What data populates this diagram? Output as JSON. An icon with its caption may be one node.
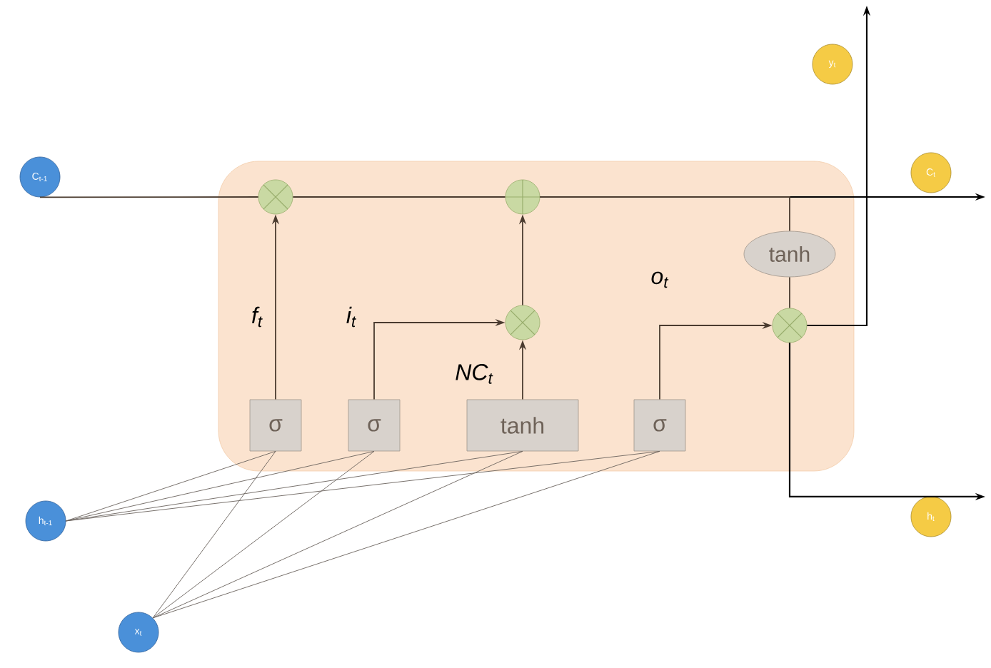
{
  "diagram": {
    "nodes": [
      {
        "text": [],
        "shape": "box"
      },
      {
        "text": [
          "C$_{t-1}$"
        ]
      },
      {
        "text": [
          "h$_{t-1}$"
        ]
      },
      {
        "text": [
          "x$_{t}$"
        ]
      },
      {
        "text": [
          "σ"
        ],
        "in": 0
      },
      {
        "text": [
          "σ"
        ],
        "in": 0
      },
      {
        "text": [
          "tanh"
        ],
        "in": 0
      },
      {
        "text": [
          "σ"
        ],
        "in": 0
      },
      {
        "text": [],
        "shape": "circle",
        "in": 0
      },
      {
        "text": [],
        "shape": "circle",
        "in": 0
      },
      {
        "text": [],
        "shape": "circle",
        "in": 0
      },
      {
        "text": [
          "tanh"
        ],
        "in": 0
      },
      {
        "text": [],
        "shape": "circle",
        "in": 0
      },
      {
        "text": [
          "y$_{t}$"
        ]
      },
      {
        "text": [
          "C$_{t}$"
        ]
      },
      {
        "text": [
          "h$_{t}$"
        ]
      }
    ],
    "edges": [
      {
        "from": 1,
        "to": 8,
        "arrow": "none"
      },
      {
        "from": 8,
        "to": 9,
        "arrow": "none"
      },
      {
        "from": 9,
        "to": null,
        "arrow": "to"
      },
      {
        "from": 4,
        "to": 8,
        "arrow": "to",
        "label": "f$_{t}$"
      },
      {
        "from": 5,
        "to": 10,
        "arrow": "to",
        "label": "i$_{t}$"
      },
      {
        "from": 6,
        "to": 10,
        "arrow": "to",
        "label": "NC$_{t}$"
      },
      {
        "from": 10,
        "to": 9,
        "arrow": "to"
      },
      {
        "from": 7,
        "to": 12,
        "arrow": "to",
        "label": "o$_{t}$"
      },
      {
        "from": 9,
        "to": 11,
        "arrow": "none"
      },
      {
        "from": 11,
        "to": 12,
        "arrow": "none"
      },
      {
        "from": 12,
        "to": null,
        "arrow": "to"
      },
      {
        "from": 12,
        "to": null,
        "arrow": "to"
      },
      {
        "from": 2,
        "to": 4,
        "arrow": "none"
      },
      {
        "from": 2,
        "to": 5,
        "arrow": "none"
      },
      {
        "from": 2,
        "to": 6,
        "arrow": "none"
      },
      {
        "from": 2,
        "to": 7,
        "arrow": "none"
      },
      {
        "from": 3,
        "to": 4,
        "arrow": "none"
      },
      {
        "from": 3,
        "to": 5,
        "arrow": "none"
      },
      {
        "from": 3,
        "to": 6,
        "arrow": "none"
      },
      {
        "from": 3,
        "to": 7,
        "arrow": "none"
      }
    ]
  }
}
